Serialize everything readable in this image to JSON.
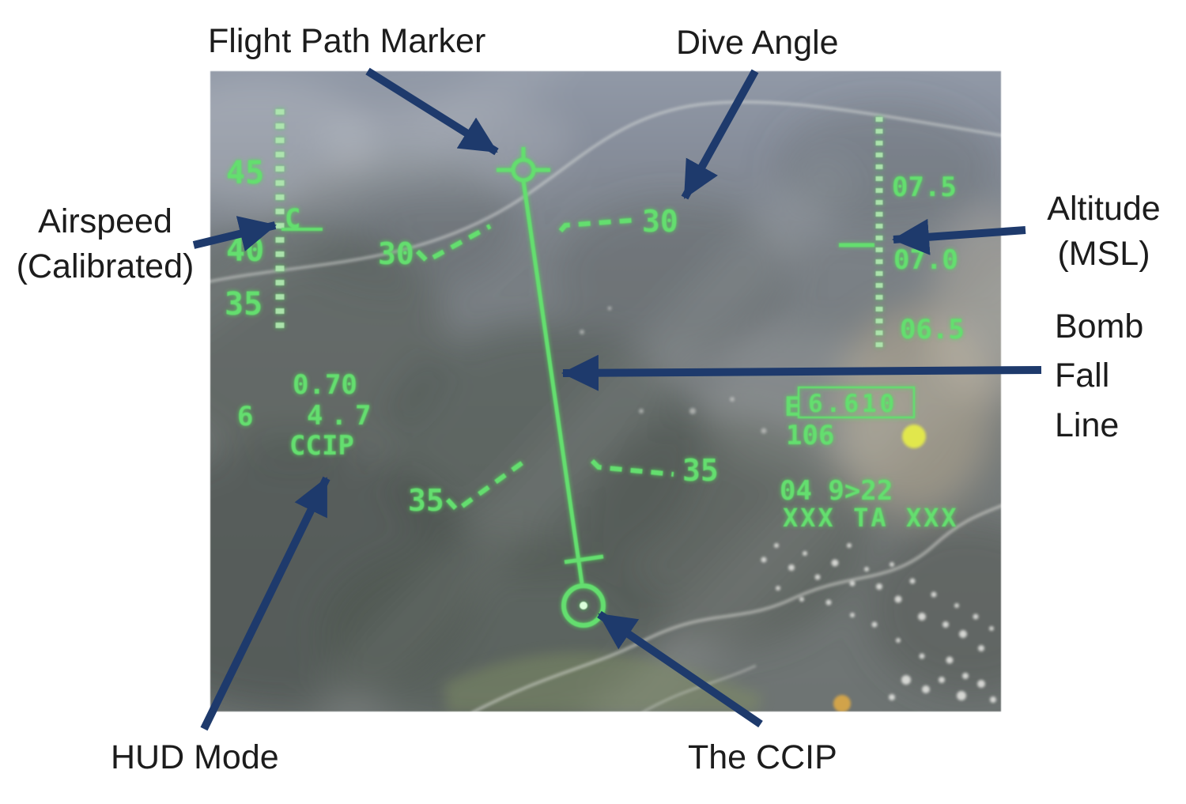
{
  "annotations": {
    "flight_path_marker": "Flight Path Marker",
    "dive_angle": "Dive Angle",
    "airspeed_line1": "Airspeed",
    "airspeed_line2": "(Calibrated)",
    "altitude_line1": "Altitude",
    "altitude_line2": "(MSL)",
    "bomb_fall_line1": "Bomb",
    "bomb_fall_line2": "Fall",
    "bomb_fall_line3": "Line",
    "hud_mode": "HUD Mode",
    "the_ccip": "The CCIP"
  },
  "hud": {
    "airspeed_tape": {
      "value_top": "45",
      "value_mid": "40",
      "value_bottom": "35",
      "caret": "C"
    },
    "altitude_tape": {
      "value_top": "07.5",
      "value_mid": "07.0",
      "value_bottom": "06.5"
    },
    "pitch_lines": {
      "left_30": "30",
      "right_30": "30",
      "left_35": "35",
      "right_35": "35"
    },
    "left_block": {
      "station": "6",
      "mach": "0.70",
      "g_load": "4.7",
      "mode": "CCIP"
    },
    "right_block": {
      "elev_prefix": "E",
      "elev_boxed": "6.610",
      "heading": "106",
      "time_line": "04 9>22",
      "status_line": "XXX TA XXX"
    }
  },
  "colors": {
    "hud_green": "#5CE167",
    "arrow_navy": "#1E3A6C",
    "label_black": "#1C1C1C"
  }
}
